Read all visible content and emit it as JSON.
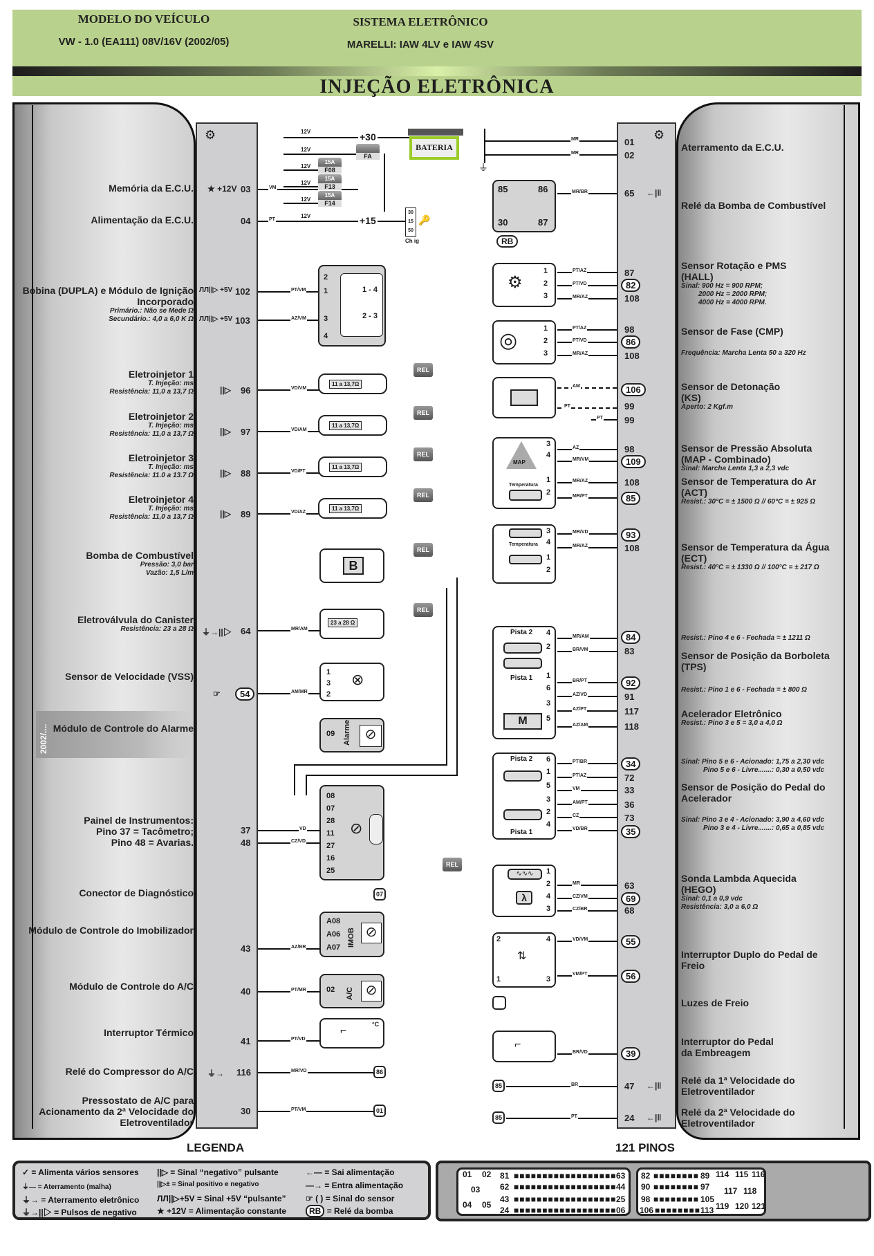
{
  "header": {
    "model_label": "MODELO DO VEÍCULO",
    "model_value": "VW - 1.0 (EA111) 08V/16V (2002/05)",
    "system_label": "SISTEMA ELETRÔNICO",
    "system_value": "MARELLI: IAW 4LV e IAW 4SV",
    "main_title": "INJEÇÃO ELETRÔNICA"
  },
  "colors": {
    "header_bg": "#b8d18c",
    "battery_highlight": "#9ccc2a",
    "panel_grey": "#cfcfd1"
  },
  "left_components": [
    {
      "label": "Memória da E.C.U.",
      "sub": [],
      "pins": [
        "03"
      ],
      "symbol": "★ +12V",
      "wire": "VM"
    },
    {
      "label": "Alimentação da E.C.U.",
      "sub": [],
      "pins": [
        "04"
      ],
      "symbol": "",
      "wire": "PT"
    },
    {
      "label": "Bobina (DUPLA) e Módulo de Ignição Incorporado",
      "sub": [
        "Primário.: Não se Mede Ω",
        "Secundário.: 4,0 a 6,0 K Ω"
      ],
      "pins": [
        "102",
        "103"
      ],
      "symbol": "ЛЛ||▷ +5V",
      "wire": [
        "PT/VM",
        "AZ/VM"
      ]
    },
    {
      "label": "Eletroinjetor 1",
      "sub": [
        "T. Injeção: ms",
        "Resistência: 11,0 a 13,7 Ω"
      ],
      "pins": [
        "96"
      ],
      "symbol": "||▷",
      "wire": "VD/VM"
    },
    {
      "label": "Eletroinjetor 2",
      "sub": [
        "T. Injeção: ms",
        "Resistência: 11,0 a 13,7 Ω"
      ],
      "pins": [
        "97"
      ],
      "symbol": "||▷",
      "wire": "VD/AM"
    },
    {
      "label": "Eletroinjetor 3",
      "sub": [
        "T. Injeção: ms",
        "Resistência: 11.0 a 13.7 Ω"
      ],
      "pins": [
        "88"
      ],
      "symbol": "||▷",
      "wire": "VD/PT"
    },
    {
      "label": "Eletroinjetor 4",
      "sub": [
        "T. Injeção: ms",
        "Resistência: 11,0 a 13,7 Ω"
      ],
      "pins": [
        "89"
      ],
      "symbol": "||▷",
      "wire": "VD/AZ"
    },
    {
      "label": "Bomba de Combustível",
      "sub": [
        "Pressão: 3,0 bar",
        "Vazão: 1,5 L/m"
      ],
      "pins": [],
      "symbol": "",
      "wire": ""
    },
    {
      "label": "Eletroválvula do Canister",
      "sub": [
        "Resistência: 23 a 28 Ω"
      ],
      "pins": [
        "64"
      ],
      "symbol": "⏚→||▷",
      "wire": "MR/AM"
    },
    {
      "label": "Sensor de Velocidade (VSS)",
      "sub": [],
      "pins": [
        "54"
      ],
      "symbol": "☞",
      "wire": "AM/MR"
    },
    {
      "label": "Módulo de Controle do Alarme",
      "sub": [],
      "pins": [],
      "symbol": "",
      "wire": "",
      "year_tag": "2002/...."
    },
    {
      "label": "Painel de Instrumentos:",
      "sub": [
        "Pino 37 = Tacômetro;",
        "Pino 48 = Avarias."
      ],
      "pins": [
        "37",
        "48"
      ],
      "symbol": "",
      "wire": [
        "VD",
        "CZ/VD"
      ]
    },
    {
      "label": "Conector de Diagnóstico",
      "sub": [],
      "pins": [],
      "symbol": "",
      "wire": ""
    },
    {
      "label": "Módulo de Controle do Imobilizador",
      "sub": [],
      "pins": [
        "43"
      ],
      "symbol": "",
      "wire": "AZ/BR"
    },
    {
      "label": "Módulo de Controle do A/C",
      "sub": [],
      "pins": [
        "40"
      ],
      "symbol": "",
      "wire": "PT/MR"
    },
    {
      "label": "Interruptor Térmico",
      "sub": [],
      "pins": [
        "41"
      ],
      "symbol": "",
      "wire": "PT/VD"
    },
    {
      "label": "Relé do Compressor do A/C",
      "sub": [],
      "pins": [
        "116"
      ],
      "symbol": "⏚→",
      "wire": "MR/VD"
    },
    {
      "label": "Pressostato de A/C para Acionamento da 2ª Velocidade do Eletroventilador",
      "sub": [],
      "pins": [
        "30"
      ],
      "symbol": "",
      "wire": "PT/VM"
    }
  ],
  "right_components": [
    {
      "label": "Aterramento da E.C.U.",
      "sub": [],
      "pins": [
        "01",
        "02"
      ]
    },
    {
      "label": "Relé da Bomba de Combustível",
      "sub": [],
      "pins": [
        "65"
      ]
    },
    {
      "label": "Sensor Rotação e PMS (HALL)",
      "sub": [
        "Sinal: 900 Hz = 900 RPM;",
        "2000 Hz = 2000 RPM;",
        "4000 Hz = 4000 RPM."
      ],
      "pins": [
        "87",
        "82",
        "108"
      ]
    },
    {
      "label": "Sensor de Fase (CMP)",
      "sub": [
        "Frequência: Marcha Lenta 50 a 320 Hz"
      ],
      "pins": [
        "98",
        "86",
        "108"
      ]
    },
    {
      "label": "Sensor de Detonação (KS)",
      "sub": [
        "Aperto: 2 Kgf.m"
      ],
      "pins": [
        "106",
        "99",
        "99"
      ]
    },
    {
      "label": "Sensor de Pressão Absoluta (MAP - Combinado)",
      "sub": [
        "Sinal: Marcha Lenta 1,3 a 2,3 vdc"
      ],
      "pins": [
        "98",
        "109"
      ]
    },
    {
      "label": "Sensor de Temperatura do Ar (ACT)",
      "sub": [
        "Resist.: 30°C = ± 1500 Ω // 60°C = ± 925 Ω"
      ],
      "pins": [
        "108",
        "85"
      ]
    },
    {
      "label": "Sensor de Temperatura da Água (ECT)",
      "sub": [
        "Resist.: 40°C = ± 1330 Ω // 100°C = ± 217 Ω"
      ],
      "pins": [
        "93",
        "108"
      ]
    },
    {
      "label": "Sensor de Posição da Borboleta (TPS)",
      "sub": [
        "Resist.: Pino 4 e 6 - Fechada = ± 1211 Ω",
        "Resist.: Pino 1 e 6 - Fechada = ± 800 Ω"
      ],
      "pins": [
        "84",
        "83",
        "92",
        "91"
      ]
    },
    {
      "label": "Acelerador Eletrônico",
      "sub": [
        "Resist.: Pino 3 e 5 = 3,0 a 4,0 Ω"
      ],
      "pins": [
        "117",
        "118"
      ]
    },
    {
      "label": "Sensor de Posição do Pedal do Acelerador",
      "sub": [
        "Sinal: Pino 5 e 6 - Acionado: 1,75 a 2,30 vdc",
        "Pino 5 e 6 - Livre.......: 0,30 a 0,50 vdc",
        "Sinal: Pino 3 e 4 - Acionado: 3,90 a 4,60 vdc",
        "Pino 3 e 4 - Livre.......: 0,65 a 0,85 vdc"
      ],
      "pins": [
        "34",
        "72",
        "33",
        "36",
        "73",
        "35"
      ]
    },
    {
      "label": "Sonda Lambda Aquecida (HEGO)",
      "sub": [
        "Sinal: 0,1 a 0,9 vdc",
        "Resistência: 3,0 a 6,0 Ω"
      ],
      "pins": [
        "63",
        "69",
        "68"
      ]
    },
    {
      "label": "Interruptor Duplo do Pedal de Freio",
      "sub": [],
      "pins": [
        "55",
        "56"
      ]
    },
    {
      "label": "Luzes de Freio",
      "sub": [],
      "pins": []
    },
    {
      "label": "Interruptor do Pedal da Embreagem",
      "sub": [],
      "pins": [
        "39"
      ]
    },
    {
      "label": "Relé da 1ª Velocidade do Eletroventilador",
      "sub": [],
      "pins": [
        "47"
      ]
    },
    {
      "label": "Relé da 2ª Velocidade do Eletroventilador",
      "sub": [],
      "pins": [
        "24"
      ]
    }
  ],
  "power": {
    "battery": "BATERIA",
    "plus30": "+30",
    "plus15": "+15",
    "fa": "FA",
    "fuses": [
      {
        "amp": "15A",
        "id": "F08"
      },
      {
        "amp": "15A",
        "id": "F13"
      },
      {
        "amp": "15A",
        "id": "F14"
      }
    ],
    "v12": "12V",
    "ignition_switch": "Ch ig",
    "ign_terms": [
      "30",
      "15",
      "50"
    ],
    "relay_terms": [
      "85",
      "86",
      "30",
      "87"
    ],
    "rb": "RB",
    "ground_wires": [
      "MR",
      "MR"
    ],
    "relay_wire": "MR/BR"
  },
  "injector_resistance": "11 a 13,7Ω",
  "canister_resistance": "23 a 28 Ω",
  "rel": "REL",
  "rb_small": "RB",
  "coil": {
    "pins": [
      "2",
      "1",
      "3",
      "4"
    ],
    "pairs": [
      "1 - 4",
      "2 - 3"
    ]
  },
  "vss_pins": [
    "1",
    "3",
    "2"
  ],
  "alarm": {
    "pin": "09",
    "label": "Alarme"
  },
  "cluster_pins": [
    "08",
    "07",
    "28",
    "11",
    "27",
    "16",
    "25"
  ],
  "diag_tag": "07",
  "imob": {
    "pins": [
      "A08",
      "A06",
      "A07"
    ],
    "label": "IMOB"
  },
  "ac": {
    "pin": "02",
    "label": "A/C"
  },
  "tags": {
    "compressor": "86",
    "pressostato": "01",
    "fan1": "85",
    "fan2": "85"
  },
  "hall": {
    "pins": [
      "1",
      "2",
      "3"
    ],
    "wires": [
      "PT/AZ",
      "PT/VD",
      "MR/AZ"
    ]
  },
  "cmp": {
    "pins": [
      "1",
      "2",
      "3"
    ],
    "wires": [
      "PT/AZ",
      "PT/VD",
      "MR/AZ"
    ]
  },
  "ks": {
    "wires": [
      "AM",
      "PT",
      "PT"
    ]
  },
  "map": {
    "pins": [
      "3",
      "4",
      "1",
      "2"
    ],
    "wires": [
      "AZ",
      "MR/VM",
      "MR/AZ",
      "MR/PT"
    ],
    "label": "MAP",
    "temp": "Temperatura"
  },
  "ect": {
    "pins": [
      "3",
      "4",
      "1",
      "2"
    ],
    "wires": [
      "MR/VD",
      "MR/AZ"
    ],
    "temp": "Temperatura"
  },
  "tps": {
    "pins": [
      "4",
      "2",
      "1",
      "6",
      "3",
      "5"
    ],
    "wires": [
      "MR/AM",
      "BR/VM",
      "BR/PT",
      "AZ/VD",
      "AZ/PT",
      "AZ/AM"
    ],
    "track2": "Pista 2",
    "track1": "Pista 1",
    "motor": "M"
  },
  "app": {
    "pins": [
      "6",
      "1",
      "5",
      "3",
      "2",
      "4"
    ],
    "wires": [
      "PT/BR",
      "PT/AZ",
      "VM",
      "AM/PT",
      "CZ",
      "VD/BR"
    ],
    "track2": "Pista 2",
    "track1": "Pista 1"
  },
  "lambda": {
    "pins": [
      "1",
      "2",
      "4",
      "3"
    ],
    "wires": [
      "MR",
      "CZ/VM",
      "CZ/BR"
    ]
  },
  "brake": {
    "pins": [
      "2",
      "4",
      "1",
      "3"
    ],
    "wires": [
      "VD/VM",
      "VM/PT"
    ]
  },
  "clutch": {
    "wire": "BR/VD"
  },
  "fan_wires": [
    "BR",
    "PT"
  ],
  "legend": {
    "title": "LEGENDA",
    "items": [
      {
        "sym": "✓",
        "text": "= Alimenta vários sensores"
      },
      {
        "sym": "⏚—",
        "text": "= Aterramento (malha)"
      },
      {
        "sym": "⏚→",
        "text": "= Aterramento eletrônico"
      },
      {
        "sym": "⏚→||▷",
        "text": "= Pulsos de negativo"
      },
      {
        "sym": "||▷",
        "text": "= Sinal “negativo” pulsante"
      },
      {
        "sym": "||▷±",
        "text": "= Sinal positivo e negativo"
      },
      {
        "sym": "ЛЛ||▷+5V",
        "text": "= Sinal +5V “pulsante”"
      },
      {
        "sym": "★ +12V",
        "text": "= Alimentação constante"
      },
      {
        "sym": "←—",
        "text": "= Sai alimentação"
      },
      {
        "sym": "—→",
        "text": "= Entra alimentação"
      },
      {
        "sym": "☞ ( )",
        "text": "= Sinal do sensor"
      },
      {
        "sym": "RB",
        "text": "= Relé da bomba"
      }
    ]
  },
  "connector": {
    "title": "121 PINOS",
    "left_block": {
      "singles": [
        "01",
        "02",
        "03",
        "04",
        "05"
      ],
      "rows": [
        [
          "81",
          "63"
        ],
        [
          "62",
          "44"
        ],
        [
          "43",
          "25"
        ],
        [
          "24",
          "06"
        ]
      ]
    },
    "right_block": {
      "rows": [
        [
          "82",
          "89"
        ],
        [
          "90",
          "97"
        ],
        [
          "98",
          "105"
        ],
        [
          "106",
          "113"
        ]
      ],
      "singles": [
        "114",
        "115",
        "116",
        "117",
        "118",
        "119",
        "120",
        "121"
      ]
    }
  }
}
